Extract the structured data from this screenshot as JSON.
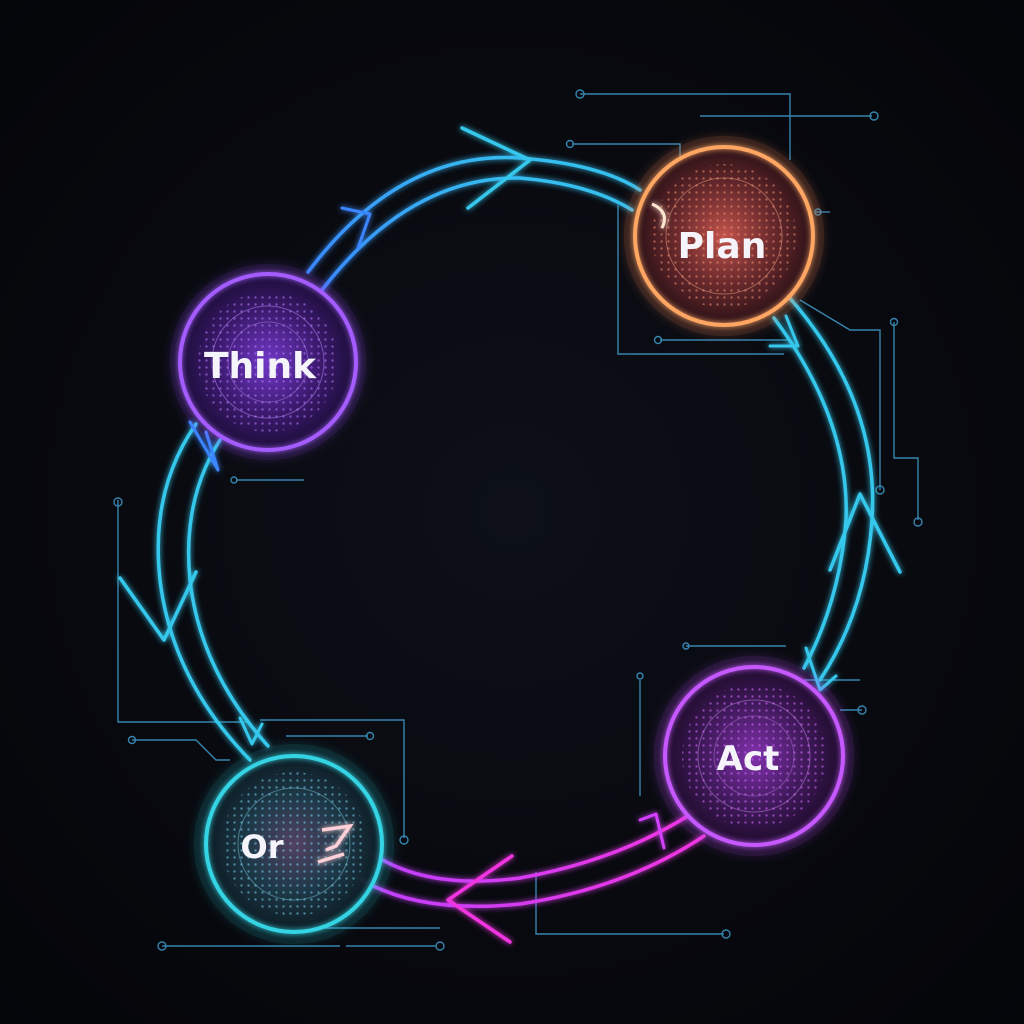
{
  "colors": {
    "background": "#07080d",
    "think": "#9b4dff",
    "plan": "#ffa064",
    "act": "#c24dff",
    "observe": "#2fd6e6",
    "arrow_cyan": "#35c8ec",
    "arrow_blue": "#3a86ff",
    "arrow_magenta": "#f035e0",
    "circuit": "#4fb0e0"
  },
  "nodes": {
    "think": {
      "label": "Think"
    },
    "plan": {
      "label": "Plan"
    },
    "act": {
      "label": "Act"
    },
    "observe": {
      "label": "Or"
    }
  },
  "icons": [
    "circuit-trace-icon",
    "glyph-spark-icon"
  ]
}
